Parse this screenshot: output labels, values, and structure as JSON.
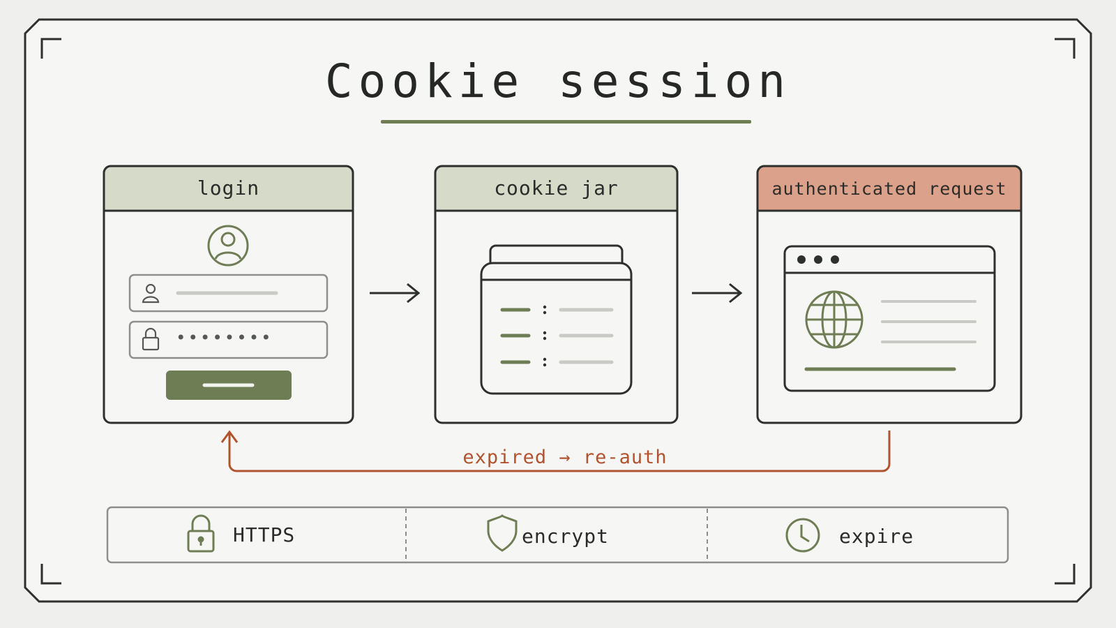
{
  "title": "Cookie session",
  "colors": {
    "ink": "#2a2c2a",
    "olive": "#6f7d55",
    "sage_header": "#d6dbc9",
    "salmon_header": "#dba18a",
    "loop_red": "#b0532e",
    "line_grey": "#c9c9c5"
  },
  "panels": [
    {
      "label": "login",
      "icon": "user-avatar-icon"
    },
    {
      "label": "cookie jar",
      "icon": "cookie-jar-icon"
    },
    {
      "label": "authenticated request",
      "icon": "browser-window-icon"
    }
  ],
  "login_form": {
    "password_mask": "••••••••",
    "icons": [
      "user-icon",
      "lock-icon"
    ]
  },
  "loop_label": "expired → re-auth",
  "features": [
    {
      "label": "HTTPS",
      "icon": "padlock-icon"
    },
    {
      "label": "encrypt",
      "icon": "shield-icon"
    },
    {
      "label": "expire",
      "icon": "clock-icon"
    }
  ]
}
